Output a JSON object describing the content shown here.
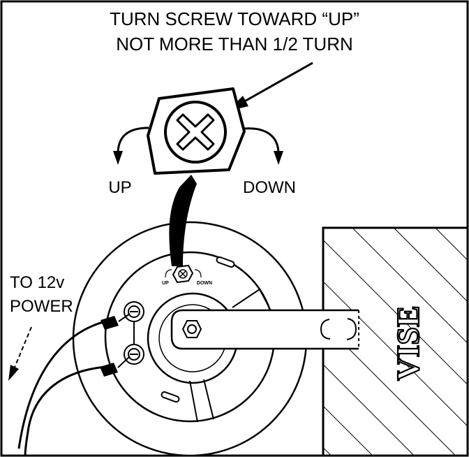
{
  "instruction": {
    "line1": "TURN SCREW TOWARD “UP”",
    "line2": "NOT MORE THAN 1/2 TURN"
  },
  "screw_labels": {
    "up": "UP",
    "down": "DOWN"
  },
  "small_labels": {
    "up": "UP",
    "down": "DOWN"
  },
  "power_label": {
    "line1": "TO 12v",
    "line2": "POWER"
  },
  "vise_label": "VISE",
  "icons": [
    "adjusting-screw-icon",
    "rotation-arrow-icon",
    "pointer-arrow-icon"
  ],
  "colors": {
    "ink": "#000000",
    "paper": "#ffffff"
  }
}
